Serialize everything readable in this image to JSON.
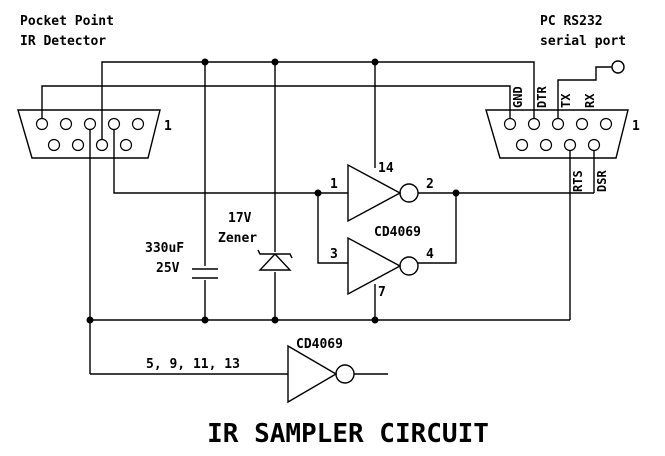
{
  "left_connector": {
    "title_line1": "Pocket Point",
    "title_line2": "IR Detector",
    "pin1_label": "1"
  },
  "right_connector": {
    "title_line1": "PC RS232",
    "title_line2": "serial port",
    "pin1_label": "1",
    "pin_labels": {
      "gnd": "GND",
      "dtr": "DTR",
      "tx": "TX",
      "rx": "RX",
      "rts": "RTS",
      "dsr": "DSR"
    }
  },
  "capacitor": {
    "value": "330uF",
    "voltage": "25V"
  },
  "zener": {
    "voltage": "17V",
    "label": "Zener"
  },
  "inverter_block": {
    "chip": "CD4069",
    "pin_14": "14",
    "pin_1": "1",
    "pin_2": "2",
    "pin_3": "3",
    "pin_4": "4",
    "pin_7": "7"
  },
  "bottom_inverter": {
    "chip": "CD4069",
    "unused_inputs": "5, 9, 11, 13"
  },
  "title": "IR SAMPLER CIRCUIT"
}
